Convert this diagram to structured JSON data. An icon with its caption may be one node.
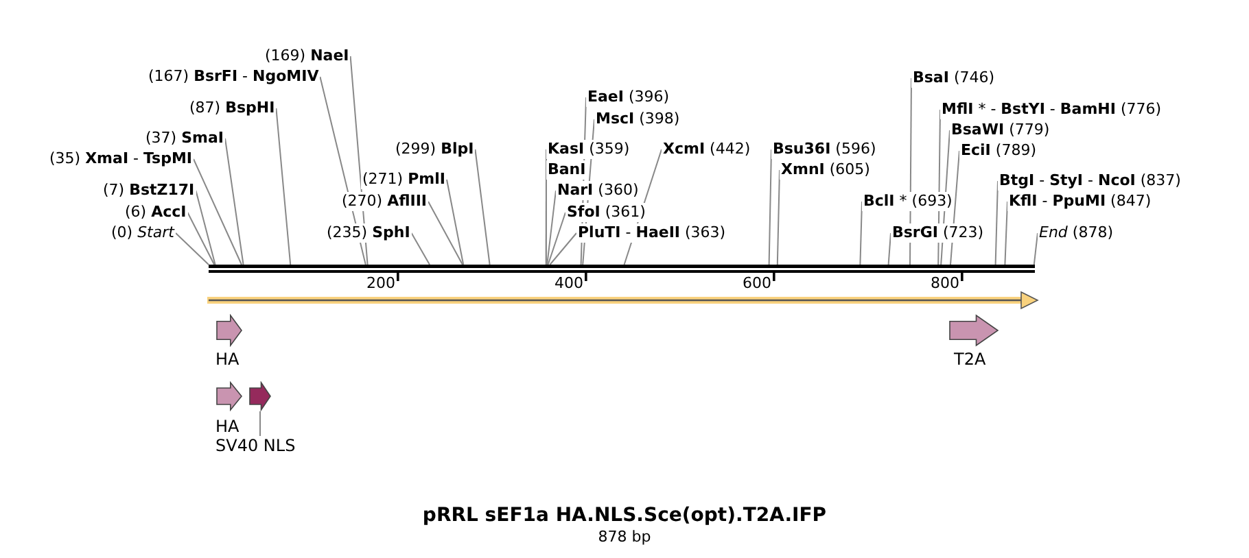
{
  "diagram": {
    "title": "pRRL sEF1a HA.NLS.Sce(opt).T2A.IFP",
    "caption": "878 bp",
    "nodes": [
      {
        "text": [
          "(0) *Start*"
        ]
      },
      {
        "text": [
          "(6) **AccI**"
        ]
      },
      {
        "text": [
          "(7) **BstZ17I**"
        ]
      },
      {
        "text": [
          "(35) **XmaI** - **TspMI**"
        ]
      },
      {
        "text": [
          "(37) **SmaI**"
        ]
      },
      {
        "text": [
          "(87) **BspHI**"
        ]
      },
      {
        "text": [
          "(167) **BsrFI** - **NgoMIV**"
        ]
      },
      {
        "text": [
          "(169) **NaeI**"
        ]
      },
      {
        "text": [
          "(235) **SphI**"
        ]
      },
      {
        "text": [
          "(270) **AflIII**"
        ]
      },
      {
        "text": [
          "(271) **PmlI**"
        ]
      },
      {
        "text": [
          "(299) **BlpI**"
        ]
      },
      {
        "text": [
          "**KasI** (359)"
        ]
      },
      {
        "text": [
          "**BanI**"
        ]
      },
      {
        "text": [
          "**EaeI** (396)"
        ]
      },
      {
        "text": [
          "**MscI** (398)"
        ]
      },
      {
        "text": [
          "**XcmI** (442)"
        ]
      },
      {
        "text": [
          "**NarI** (360)"
        ]
      },
      {
        "text": [
          "**SfoI** (361)"
        ]
      },
      {
        "text": [
          "**PluTI** - **HaeII** (363)"
        ]
      },
      {
        "text": [
          "**Bsu36I** (596)"
        ]
      },
      {
        "text": [
          "**XmnI** (605)"
        ]
      },
      {
        "text": [
          "**BclI** * (693)"
        ]
      },
      {
        "text": [
          "**BsrGI** (723)"
        ]
      },
      {
        "text": [
          "**BsaI** (746)"
        ]
      },
      {
        "text": [
          "**MflI** * - **BstYI** - **BamHI** (776)"
        ]
      },
      {
        "text": [
          "**BsaWI** (779)"
        ]
      },
      {
        "text": [
          "**EciI** (789)"
        ]
      },
      {
        "text": [
          "**BtgI** - **StyI** - **NcoI** (837)"
        ]
      },
      {
        "text": [
          "**KflI** - **PpuMI** (847)"
        ]
      },
      {
        "text": [
          "*End* (878)"
        ]
      },
      {
        "text": [],
        "shape": "line"
      },
      {
        "text": [],
        "shape": "bar"
      },
      {
        "text": [
          "HA"
        ]
      },
      {
        "text": [
          "T2A"
        ]
      },
      {
        "text": [
          "HA"
        ]
      },
      {
        "text": [],
        "shape": "pentagon"
      },
      {
        "text": [
          "SV40 NLS"
        ]
      }
    ],
    "edges": [
      {
        "from": 0,
        "to": 31,
        "arrow": "none"
      },
      {
        "from": 1,
        "to": 31,
        "arrow": "none"
      },
      {
        "from": 2,
        "to": 31,
        "arrow": "none"
      },
      {
        "from": 3,
        "to": 31,
        "arrow": "none"
      },
      {
        "from": 4,
        "to": 31,
        "arrow": "none"
      },
      {
        "from": 5,
        "to": 31,
        "arrow": "none"
      },
      {
        "from": 6,
        "to": 31,
        "arrow": "none"
      },
      {
        "from": 7,
        "to": 31,
        "arrow": "none"
      },
      {
        "from": 8,
        "to": 31,
        "arrow": "none"
      },
      {
        "from": 9,
        "to": 31,
        "arrow": "none"
      },
      {
        "from": 10,
        "to": 31,
        "arrow": "none"
      },
      {
        "from": 11,
        "to": 31,
        "arrow": "none"
      },
      {
        "from": 12,
        "to": 31,
        "arrow": "none"
      },
      {
        "from": 13,
        "to": 31,
        "arrow": "none"
      },
      {
        "from": 14,
        "to": 31,
        "arrow": "none"
      },
      {
        "from": 15,
        "to": 31,
        "arrow": "none"
      },
      {
        "from": 16,
        "to": 31,
        "arrow": "none"
      },
      {
        "from": 17,
        "to": 31,
        "arrow": "none"
      },
      {
        "from": 18,
        "to": 31,
        "arrow": "none"
      },
      {
        "from": 19,
        "to": 31,
        "arrow": "none"
      },
      {
        "from": 20,
        "to": 31,
        "arrow": "none"
      },
      {
        "from": 21,
        "to": 31,
        "arrow": "none"
      },
      {
        "from": 22,
        "to": 31,
        "arrow": "none"
      },
      {
        "from": 23,
        "to": 31,
        "arrow": "none"
      },
      {
        "from": 24,
        "to": 31,
        "arrow": "none"
      },
      {
        "from": 25,
        "to": 31,
        "arrow": "none"
      },
      {
        "from": 26,
        "to": 31,
        "arrow": "none"
      },
      {
        "from": 27,
        "to": 31,
        "arrow": "none"
      },
      {
        "from": 28,
        "to": 31,
        "arrow": "none"
      },
      {
        "from": 29,
        "to": 31,
        "arrow": "none"
      },
      {
        "from": 30,
        "to": 31,
        "arrow": "none"
      },
      {
        "from": 37,
        "to": 36,
        "arrow": "none"
      }
    ],
    "labels": [
      "200",
      "400",
      "600",
      "800"
    ]
  }
}
